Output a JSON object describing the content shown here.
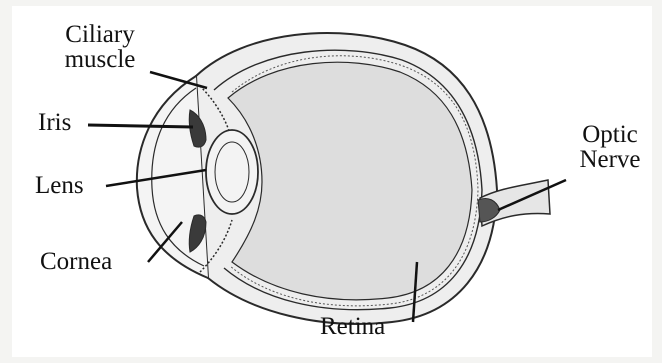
{
  "labels": {
    "ciliary_muscle_line1": "Ciliary",
    "ciliary_muscle_line2": "muscle",
    "iris": "Iris",
    "lens": "Lens",
    "cornea": "Cornea",
    "optic_nerve_line1": "Optic",
    "optic_nerve_line2": "Nerve",
    "retina": "Retina"
  },
  "colors": {
    "outline": "#2a2a2a",
    "vitreous": "#dddddd",
    "iris_fill": "#3a3a3a",
    "lens_fill": "#f3f3f3"
  }
}
